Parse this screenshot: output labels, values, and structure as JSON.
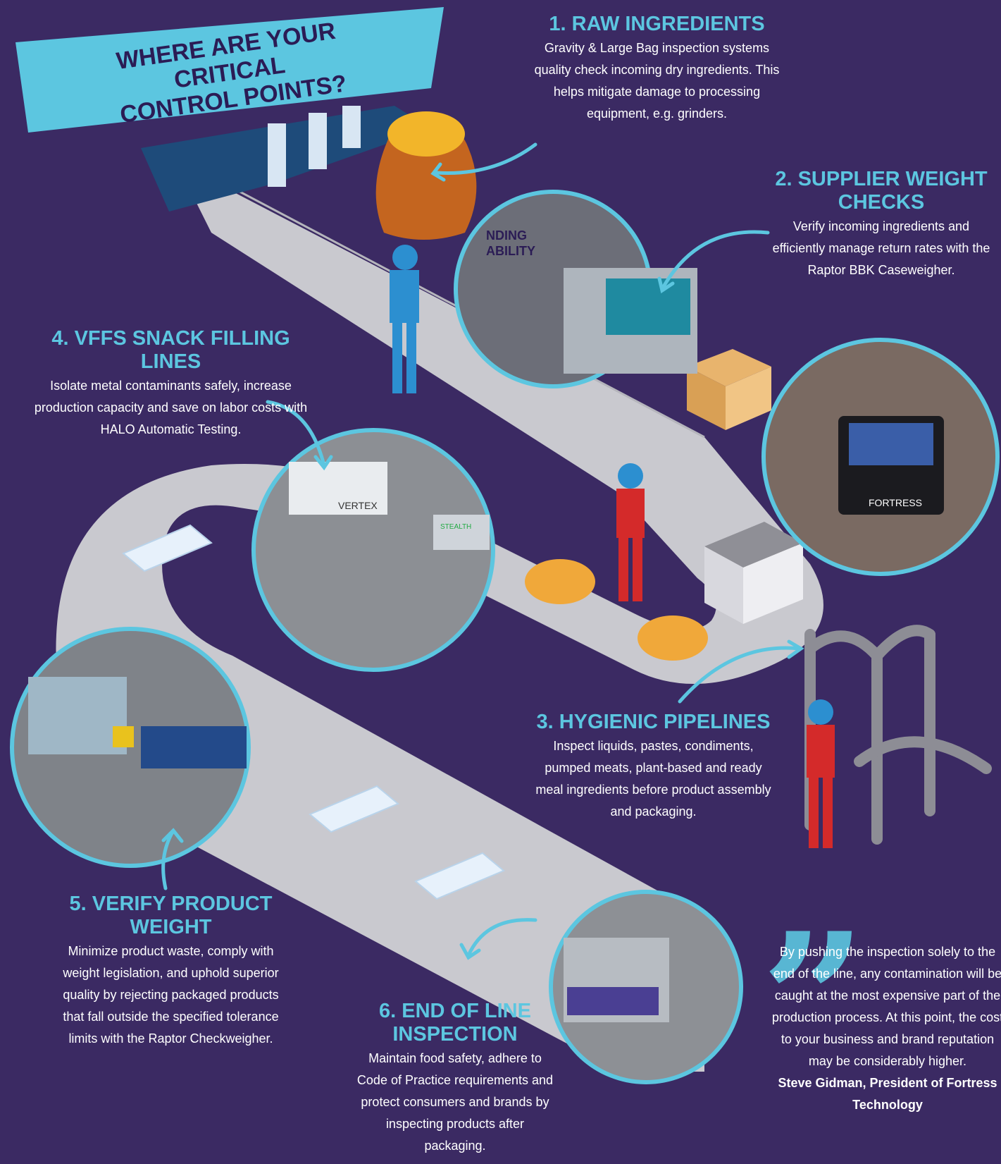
{
  "title": {
    "line1": "WHERE ARE YOUR CRITICAL",
    "line2": "CONTROL POINTS?"
  },
  "points": [
    {
      "heading": "1. RAW INGREDIENTS",
      "body": "Gravity & Large Bag inspection systems quality check incoming dry ingredients. This helps mitigate damage to processing equipment, e.g. grinders."
    },
    {
      "heading": "2. SUPPLIER WEIGHT CHECKS",
      "body": "Verify incoming ingredients and efficiently manage return rates with the Raptor BBK Caseweigher."
    },
    {
      "heading": "3. HYGIENIC PIPELINES",
      "body": "Inspect liquids, pastes, condiments, pumped meats, plant-based and ready meal ingredients before product assembly and packaging."
    },
    {
      "heading": "4. VFFS SNACK FILLING LINES",
      "body": "Isolate metal contaminants safely, increase production capacity and save on labor costs with HALO Automatic Testing."
    },
    {
      "heading": "5. VERIFY PRODUCT WEIGHT",
      "body": "Minimize product waste, comply with weight legislation, and uphold superior quality by rejecting packaged products that fall outside the specified tolerance limits with the Raptor Checkweigher."
    },
    {
      "heading": "6. END OF LINE INSPECTION",
      "body": "Maintain food safety, adhere to Code of Practice requirements and protect consumers and brands by inspecting products after packaging."
    }
  ],
  "quote": {
    "text": "By pushing the inspection solely to the end of the line, any contamination will be caught at the most expensive part of the production process. At this point, the cost to your business and brand reputation may be considerably higher.",
    "author": "Steve Gidman, President of Fortress Technology"
  },
  "machine_labels": {
    "vertex": "VERTEX",
    "fortress": "FORTRESS",
    "stealth": "STEALTH",
    "banner": "NDING ABILITY"
  },
  "colors": {
    "background": "#3b2a63",
    "accent": "#5cc6e0",
    "belt": "#c9c9cf",
    "title_banner": "#5cc6e0"
  }
}
